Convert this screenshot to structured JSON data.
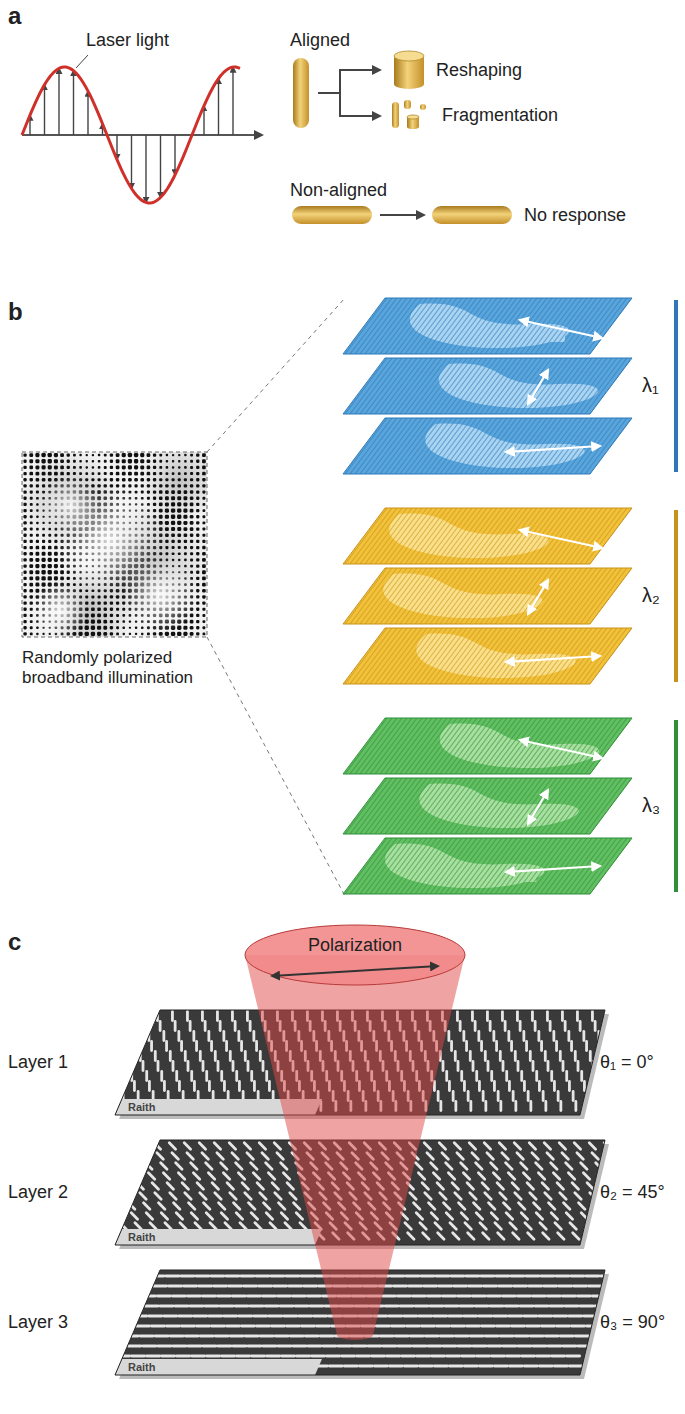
{
  "diagram": {
    "labels": [
      "a",
      "Laser light",
      "Aligned",
      "Reshaping",
      "Fragmentation",
      "Non-aligned",
      "No response",
      "b",
      "Randomly polarized broadband illumination",
      "λ₁",
      "λ₂",
      "λ₃",
      "c",
      "Polarization",
      "Layer 1",
      "Layer 2",
      "Layer 3",
      "θ₁ = 0°",
      "θ₂ = 45°",
      "θ₃ = 90°",
      "Raith",
      "Raith",
      "Raith"
    ]
  }
}
